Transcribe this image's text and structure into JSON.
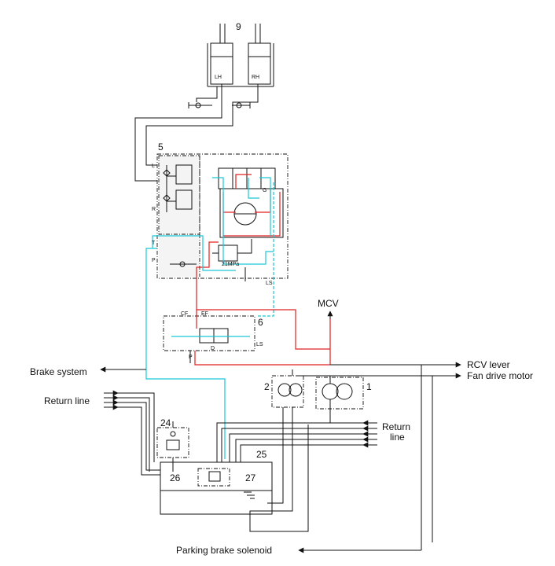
{
  "components": {
    "n9": "9",
    "n5": "5",
    "n6": "6",
    "n2": "2",
    "n1": "1",
    "n24": "24",
    "n25": "25",
    "n26": "26",
    "n27": "27"
  },
  "cylinders": {
    "lh": "LH",
    "rh": "RH"
  },
  "unit5_ports": {
    "l": "L",
    "r": "R",
    "t": "T",
    "p": "P",
    "g": "G",
    "ls": "LS",
    "relief": "21MPa"
  },
  "unit6_ports": {
    "cf": "CF",
    "ef": "EF",
    "p": "P",
    "d": "D",
    "ls": "LS"
  },
  "labels": {
    "mcv": "MCV",
    "brake_system": "Brake system",
    "return_line_left": "Return line",
    "return_line_right_1": "Return",
    "return_line_right_2": "line",
    "rcv_lever": "RCV lever",
    "fan_drive_motor": "Fan drive motor",
    "parking_brake_solenoid": "Parking brake solenoid"
  },
  "colors": {
    "pressure_line": "#e02020",
    "pilot_line": "#19c8d8",
    "line": "#111111"
  }
}
